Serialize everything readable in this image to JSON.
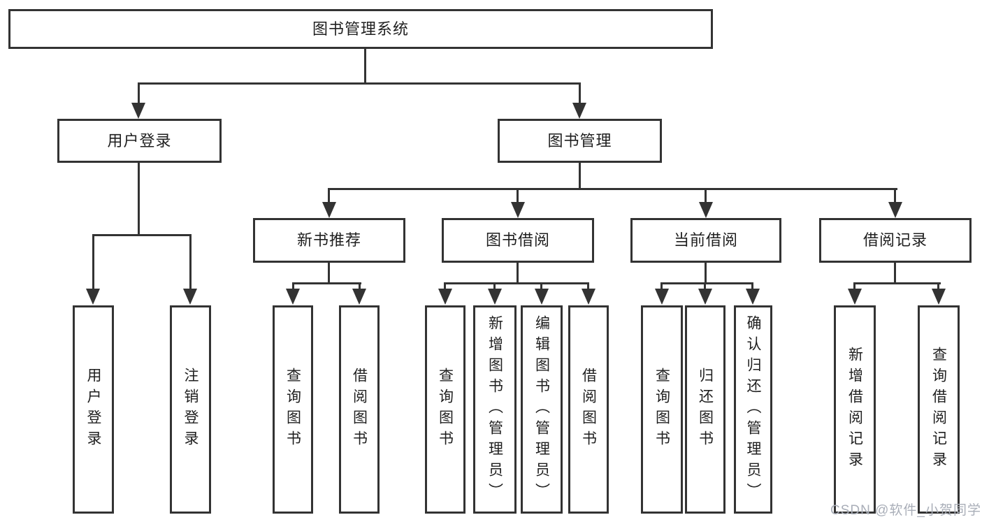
{
  "root": {
    "label": "图书管理系统"
  },
  "user_branch": {
    "label": "用户登录",
    "leaves": [
      "用户登录",
      "注销登录"
    ]
  },
  "mgmt_branch": {
    "label": "图书管理",
    "sections": [
      {
        "label": "新书推荐",
        "leaves": [
          "查询图书",
          "借阅图书"
        ]
      },
      {
        "label": "图书借阅",
        "leaves": [
          "查询图书",
          "新增图书（管理员）",
          "编辑图书（管理员）",
          "借阅图书"
        ]
      },
      {
        "label": "当前借阅",
        "leaves": [
          "查询图书",
          "归还图书",
          "确认归还（管理员）"
        ]
      },
      {
        "label": "借阅记录",
        "leaves": [
          "新增借阅记录",
          "查询借阅记录"
        ]
      }
    ]
  },
  "watermark": "CSDN @软件_小贺同学",
  "colors": {
    "line": "#333333",
    "text": "#1f1f1f",
    "watermark": "#a9aeb8",
    "background": "#ffffff"
  }
}
